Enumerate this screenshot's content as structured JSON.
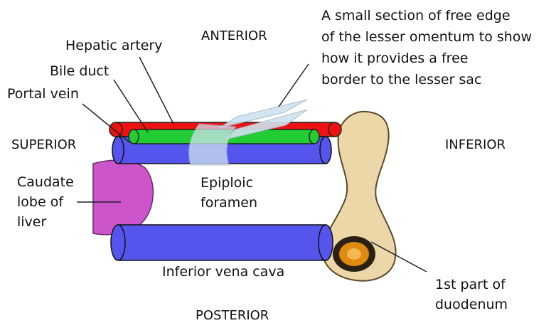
{
  "labels": {
    "anterior": "ANTERIOR",
    "posterior": "POSTERIOR",
    "superior": "SUPERIOR",
    "inferior": "INFERIOR",
    "hepatic_artery": "Hepatic artery",
    "bile_duct": "Bile duct",
    "portal_vein": "Portal vein",
    "caudate_lines": [
      "Caudate",
      "lobe of",
      "liver"
    ],
    "epiploic_lines": [
      "Epiploic",
      "foramen"
    ],
    "ivc": "Inferior vena cava",
    "duodenum_lines": [
      "1st part of",
      "duodenum"
    ],
    "omentum_lines": [
      "A  small section of free edge",
      "of the lesser omentum to show",
      "how it provides a free",
      "border to the lesser sac"
    ]
  },
  "colors": {
    "hepatic_artery": "#ee1111",
    "bile_duct": "#22cc33",
    "portal_vein": "#5555ee",
    "ivc": "#5555ee",
    "caudate": "#cc55cc",
    "duodenum": "#ecd7a8",
    "duodenum_lumen": "#e08a10",
    "omentum": "#cfe3ef"
  }
}
